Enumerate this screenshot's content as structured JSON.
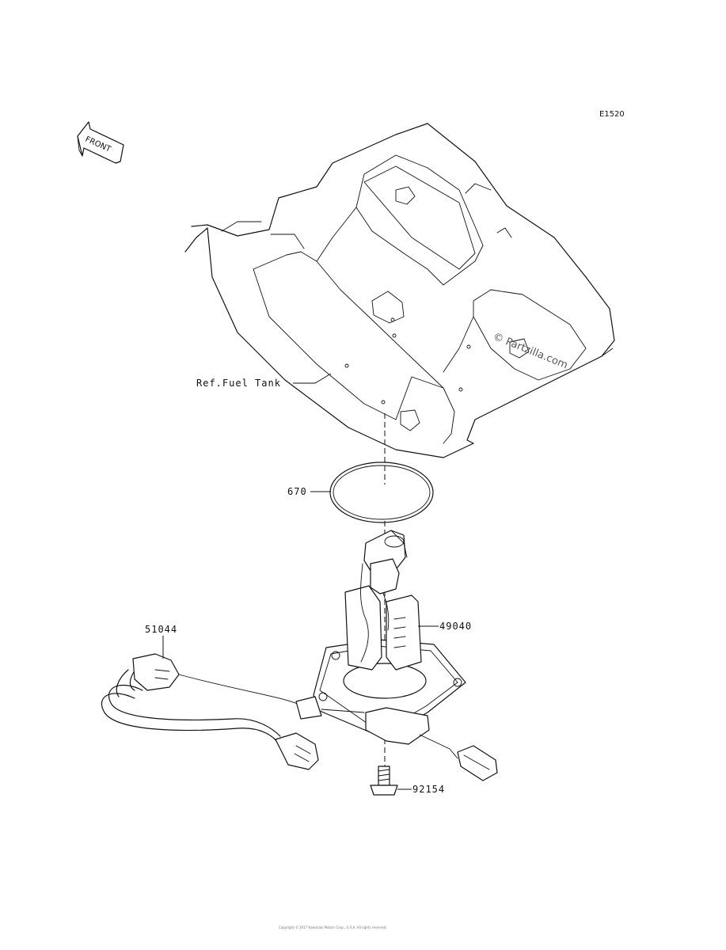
{
  "diagram_code": "E1520",
  "front_arrow_text": "FRONT",
  "watermark": "© Partzilla.com",
  "labels": {
    "fuel_tank": "Ref.Fuel Tank",
    "gasket": "670",
    "fuel_pump": "49040",
    "lead_wire": "51044",
    "bolt": "92154"
  },
  "footer": "Copyright © 2017 Kawasaki Motors Corp., U.S.A. All rights reserved."
}
